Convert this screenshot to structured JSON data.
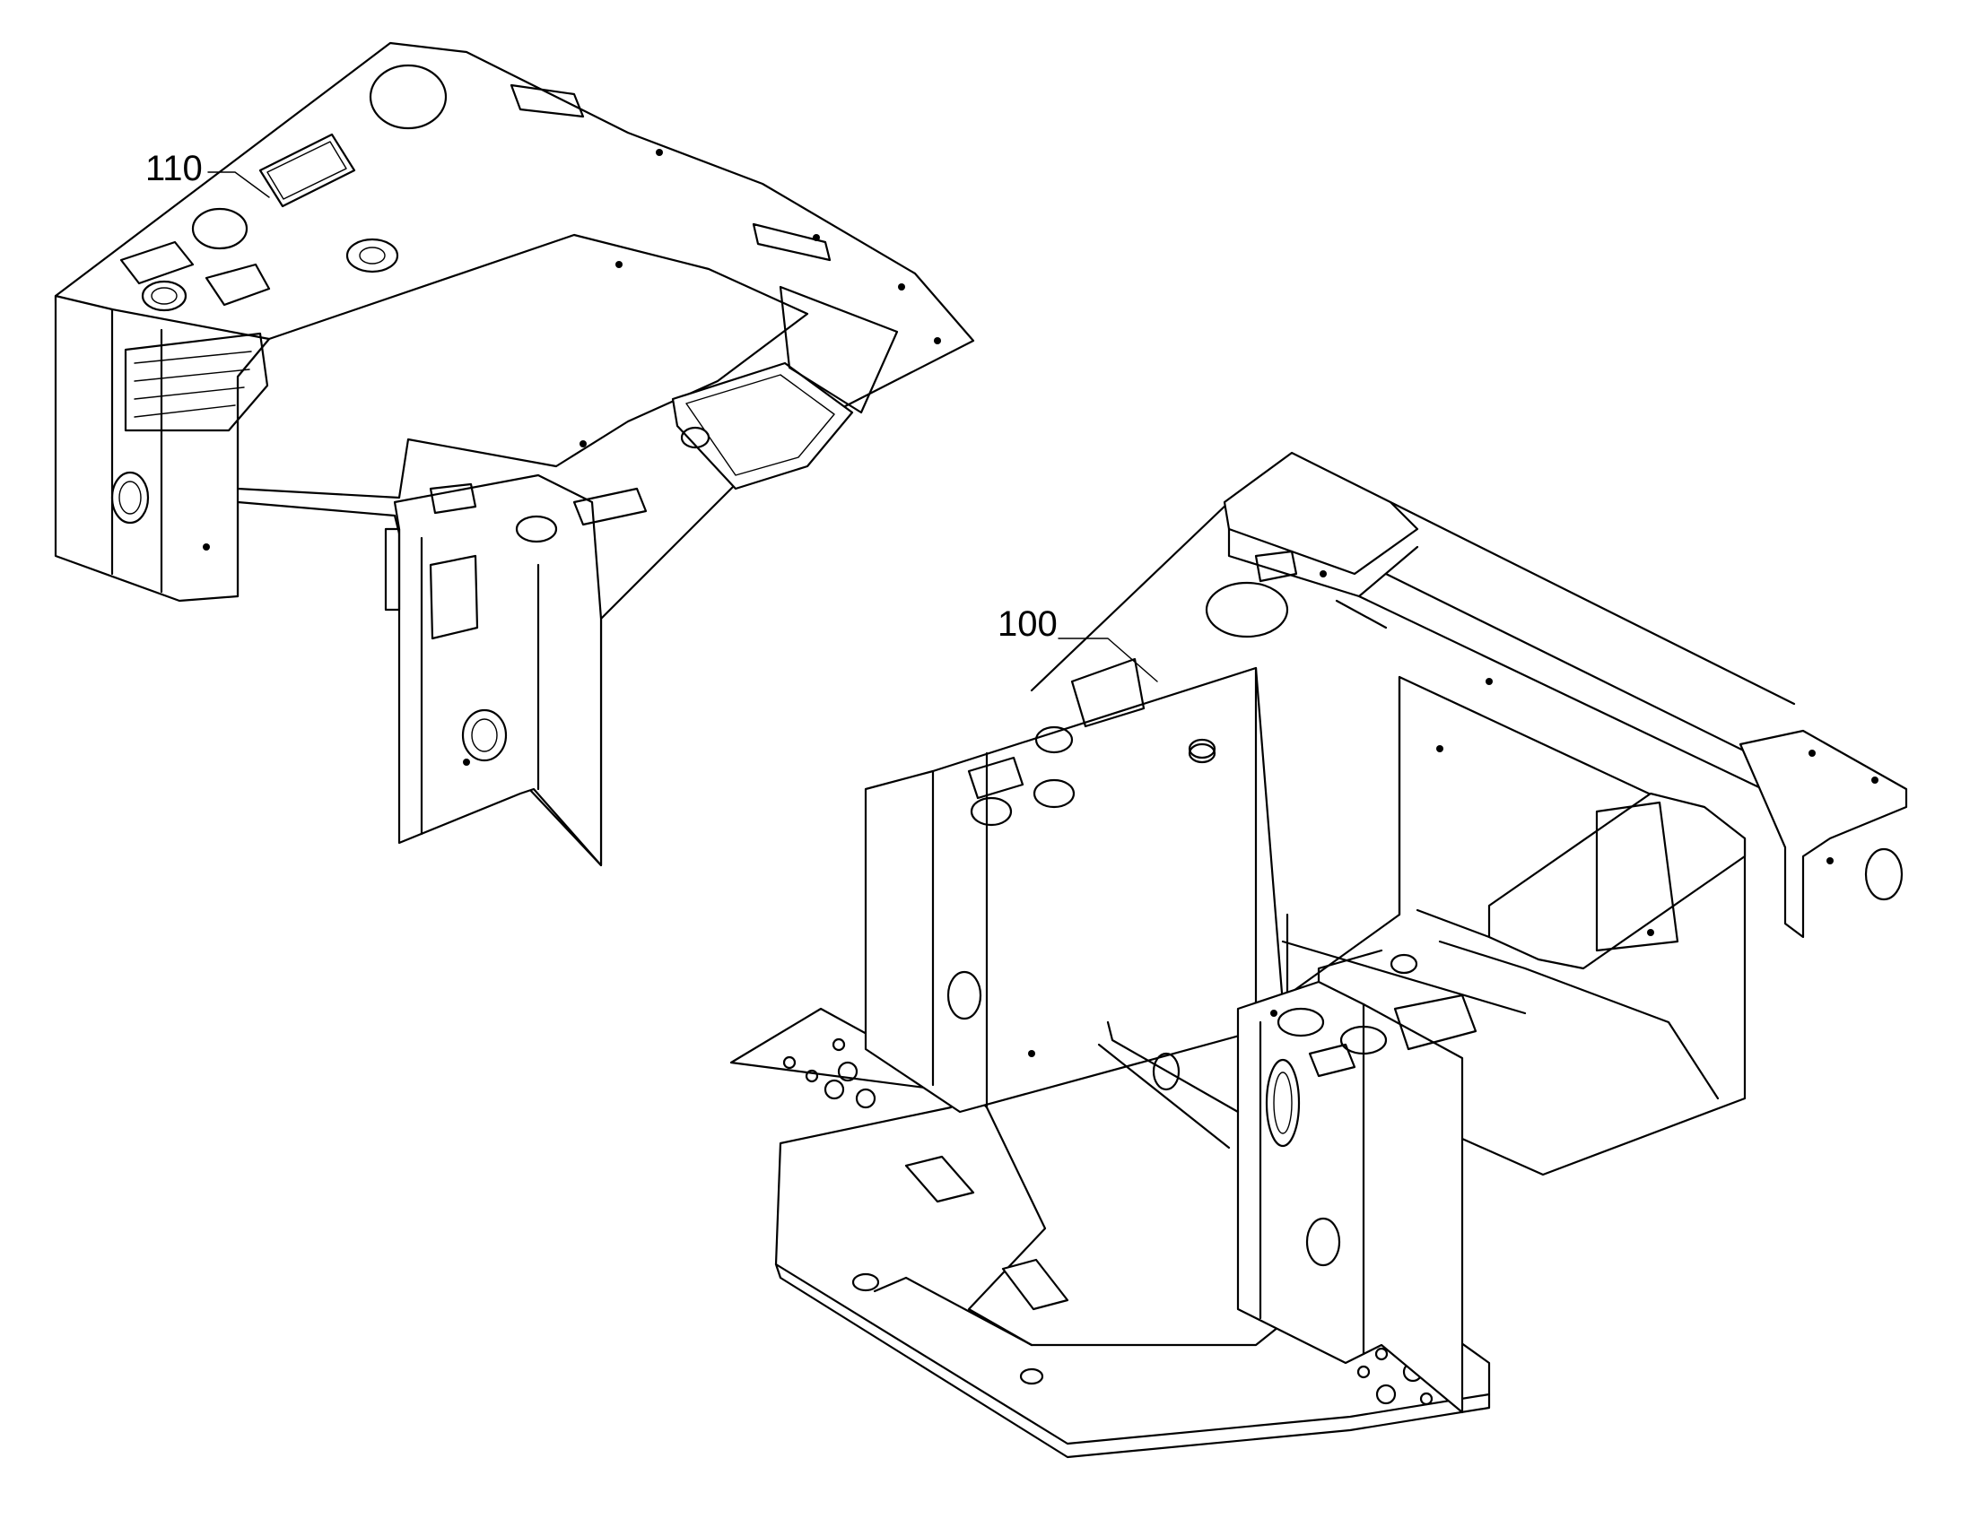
{
  "diagram": {
    "callouts": [
      {
        "id": "upper-cover",
        "label": "110"
      },
      {
        "id": "main-frame",
        "label": "100"
      }
    ],
    "colors": {
      "line": "#000000",
      "background": "#ffffff"
    }
  }
}
